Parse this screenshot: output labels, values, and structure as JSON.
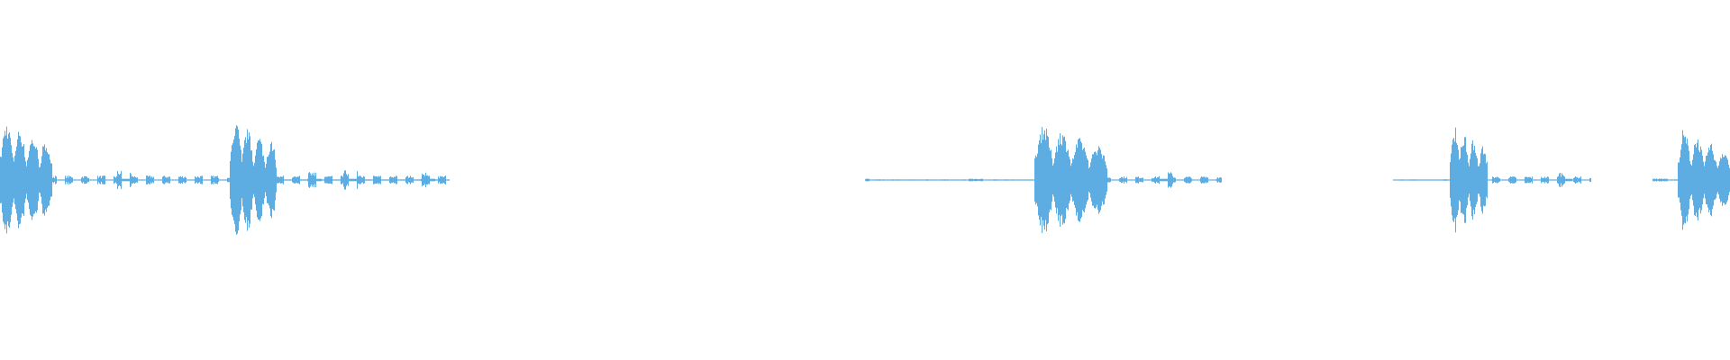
{
  "waveform": {
    "color": "#5DADE2",
    "background": "#FFFFFF",
    "segments": [
      {
        "type": "burst",
        "start": 0.0,
        "end": 0.03,
        "peak": 0.84
      },
      {
        "type": "tail",
        "start": 0.03,
        "end": 0.26,
        "level": 0.06
      },
      {
        "type": "burst",
        "start": 0.133,
        "end": 0.16,
        "peak": 0.84
      },
      {
        "type": "tail",
        "start": 0.16,
        "end": 0.26,
        "level": 0.05
      },
      {
        "type": "tail",
        "start": 0.5,
        "end": 0.598,
        "level": 0.01
      },
      {
        "type": "burst",
        "start": 0.598,
        "end": 0.64,
        "peak": 0.8
      },
      {
        "type": "tail",
        "start": 0.64,
        "end": 0.706,
        "level": 0.05
      },
      {
        "type": "tail",
        "start": 0.805,
        "end": 0.838,
        "level": 0.01
      },
      {
        "type": "burst",
        "start": 0.838,
        "end": 0.86,
        "peak": 0.78
      },
      {
        "type": "tail",
        "start": 0.86,
        "end": 0.92,
        "level": 0.05
      },
      {
        "type": "tail",
        "start": 0.955,
        "end": 0.97,
        "level": 0.01
      },
      {
        "type": "burst",
        "start": 0.97,
        "end": 1.0,
        "peak": 0.7
      }
    ]
  }
}
